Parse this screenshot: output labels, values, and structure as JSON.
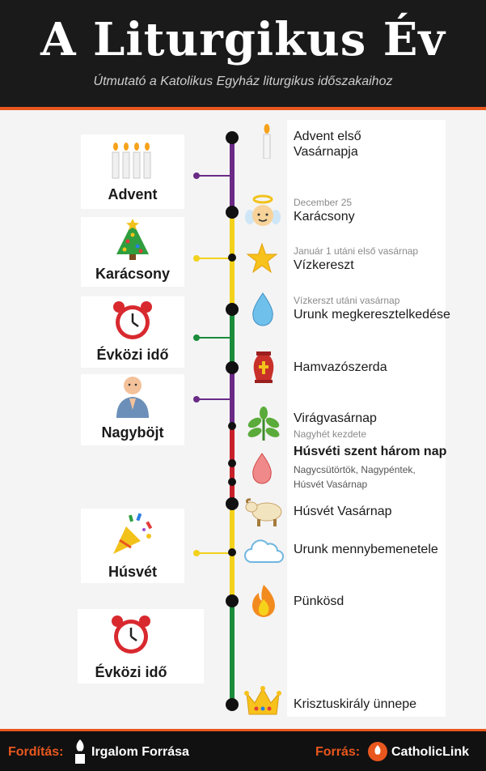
{
  "header": {
    "title": "A Liturgikus Év",
    "subtitle": "Útmutató a Katolikus Egyház liturgikus időszakaihoz"
  },
  "seasons": [
    {
      "label": "Advent",
      "icon": "candles-icon"
    },
    {
      "label": "Karácsony",
      "icon": "christmas-tree-icon"
    },
    {
      "label": "Évközi idő",
      "icon": "alarm-clock-icon"
    },
    {
      "label": "Nagyböjt",
      "icon": "praying-person-icon"
    },
    {
      "label": "Húsvét",
      "icon": "party-popper-icon"
    },
    {
      "label": "Évközi idő",
      "icon": "alarm-clock-icon"
    }
  ],
  "events": [
    {
      "label": "Advent első Vasárnapja",
      "label_line1": "Advent első",
      "label_line2": "Vasárnapja",
      "icon": "candle-icon"
    },
    {
      "small": "December 25",
      "label": "Karácsony",
      "icon": "angel-icon"
    },
    {
      "small": "Január 1 utáni első vasárnap",
      "label": "Vízkereszt",
      "icon": "star-icon"
    },
    {
      "small": "Vízkerszt utáni vasárnap",
      "label": "Urunk megkeresztelkedése",
      "icon": "water-drop-icon"
    },
    {
      "label": "Hamvazószerda",
      "icon": "urn-icon"
    },
    {
      "label": "Virágvasárnap",
      "small": "Nagyhét kezdete",
      "icon": "herb-icon"
    },
    {
      "label": "Húsvéti szent három nap",
      "sub1": "Nagycsütörtök, Nagypéntek,",
      "sub2": "Húsvét Vasárnap",
      "icon": "blood-drop-icon"
    },
    {
      "label": "Húsvét Vasárnap",
      "icon": "lamb-icon"
    },
    {
      "label": "Urunk mennybemenetele",
      "icon": "cloud-icon"
    },
    {
      "label": "Pünkösd",
      "icon": "fire-icon"
    },
    {
      "label": "Krisztuskirály ünnepe",
      "icon": "crown-icon"
    }
  ],
  "colors": {
    "purple": "#6a2a86",
    "gold": "#f2d21b",
    "green": "#1a8c3a",
    "red": "#c8202a",
    "accent": "#e8571e"
  },
  "footer": {
    "translation_label": "Fordítás:",
    "translation_name": "Irgalom Forrása",
    "source_label": "Forrás:",
    "source_name": "CatholicLink"
  }
}
